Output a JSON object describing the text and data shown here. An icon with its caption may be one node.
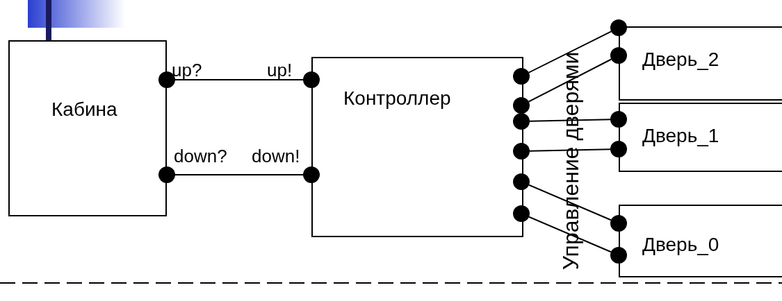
{
  "diagram": {
    "nodes": [
      {
        "text": [
          "Кабина"
        ]
      },
      {
        "text": [
          "Контроллер"
        ]
      },
      {
        "text": [
          "Дверь_2"
        ]
      },
      {
        "text": [
          "Дверь_1"
        ]
      },
      {
        "text": [
          "Дверь_0"
        ]
      },
      {
        "text": [],
        "shape": "circle",
        "beside": [
          "up?"
        ]
      },
      {
        "text": [],
        "shape": "circle",
        "beside": [
          "down?"
        ]
      },
      {
        "text": [],
        "shape": "circle",
        "beside": [
          "up!"
        ]
      },
      {
        "text": [],
        "shape": "circle",
        "beside": [
          "down!"
        ]
      },
      {
        "text": [],
        "shape": "circle"
      },
      {
        "text": [],
        "shape": "circle"
      },
      {
        "text": [],
        "shape": "circle"
      },
      {
        "text": [],
        "shape": "circle"
      },
      {
        "text": [],
        "shape": "circle"
      },
      {
        "text": [],
        "shape": "circle"
      },
      {
        "text": [],
        "shape": "circle"
      },
      {
        "text": [],
        "shape": "circle"
      },
      {
        "text": [],
        "shape": "circle"
      },
      {
        "text": [],
        "shape": "circle"
      },
      {
        "text": [],
        "shape": "circle"
      },
      {
        "text": [],
        "shape": "circle"
      }
    ],
    "edges": [
      {
        "from": 5,
        "to": 7,
        "arrow": "none"
      },
      {
        "from": 6,
        "to": 8,
        "arrow": "none"
      },
      {
        "from": 9,
        "to": 15,
        "arrow": "none"
      },
      {
        "from": 10,
        "to": 16,
        "arrow": "none"
      },
      {
        "from": 11,
        "to": 17,
        "arrow": "none"
      },
      {
        "from": 12,
        "to": 18,
        "arrow": "none"
      },
      {
        "from": 13,
        "to": 19,
        "arrow": "none"
      },
      {
        "from": 14,
        "to": 20,
        "arrow": "none"
      }
    ],
    "labels": [
      "Управление дверями"
    ]
  }
}
